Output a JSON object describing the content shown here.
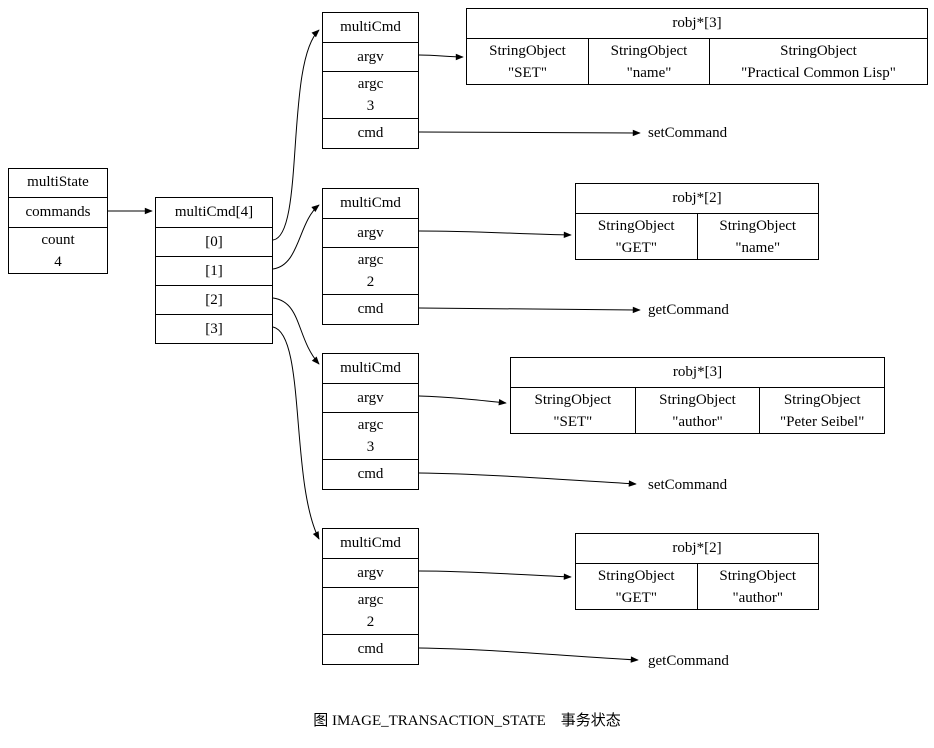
{
  "multiState": {
    "header": "multiState",
    "commands_label": "commands",
    "count_label": "count",
    "count_value": "4"
  },
  "multiCmdArray": {
    "header": "multiCmd[4]",
    "slots": [
      "[0]",
      "[1]",
      "[2]",
      "[3]"
    ]
  },
  "commands": [
    {
      "header": "multiCmd",
      "argv_label": "argv",
      "argc_label": "argc",
      "argc_value": "3",
      "cmd_label": "cmd",
      "cmd_target": "setCommand",
      "robj": {
        "header": "robj*[3]",
        "cells": [
          {
            "type": "StringObject",
            "value": "\"SET\""
          },
          {
            "type": "StringObject",
            "value": "\"name\""
          },
          {
            "type": "StringObject",
            "value": "\"Practical Common Lisp\""
          }
        ]
      }
    },
    {
      "header": "multiCmd",
      "argv_label": "argv",
      "argc_label": "argc",
      "argc_value": "2",
      "cmd_label": "cmd",
      "cmd_target": "getCommand",
      "robj": {
        "header": "robj*[2]",
        "cells": [
          {
            "type": "StringObject",
            "value": "\"GET\""
          },
          {
            "type": "StringObject",
            "value": "\"name\""
          }
        ]
      }
    },
    {
      "header": "multiCmd",
      "argv_label": "argv",
      "argc_label": "argc",
      "argc_value": "3",
      "cmd_label": "cmd",
      "cmd_target": "setCommand",
      "robj": {
        "header": "robj*[3]",
        "cells": [
          {
            "type": "StringObject",
            "value": "\"SET\""
          },
          {
            "type": "StringObject",
            "value": "\"author\""
          },
          {
            "type": "StringObject",
            "value": "\"Peter Seibel\""
          }
        ]
      }
    },
    {
      "header": "multiCmd",
      "argv_label": "argv",
      "argc_label": "argc",
      "argc_value": "2",
      "cmd_label": "cmd",
      "cmd_target": "getCommand",
      "robj": {
        "header": "robj*[2]",
        "cells": [
          {
            "type": "StringObject",
            "value": "\"GET\""
          },
          {
            "type": "StringObject",
            "value": "\"author\""
          }
        ]
      }
    }
  ],
  "caption": "图 IMAGE_TRANSACTION_STATE    事务状态"
}
